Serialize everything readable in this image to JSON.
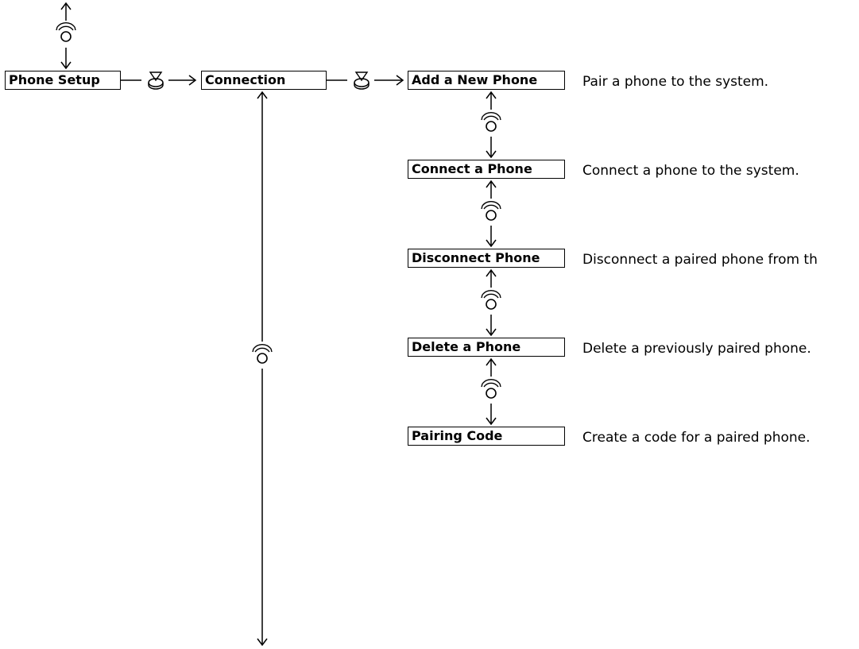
{
  "nodes": {
    "phone_setup": "Phone Setup",
    "connection": "Connection",
    "add_new_phone": "Add a New Phone",
    "connect_phone": "Connect a Phone",
    "disconnect_phone": "Disconnect Phone",
    "delete_phone": "Delete a Phone",
    "pairing_code": "Pairing Code"
  },
  "descriptions": {
    "add_new_phone": "Pair a phone to the system.",
    "connect_phone": "Connect a phone to the system.",
    "disconnect_phone": "Disconnect a paired phone from th",
    "delete_phone": "Delete a previously paired phone.",
    "pairing_code": "Create a code for a paired phone."
  },
  "icons": {
    "rotate": "interface-dial-rotate-icon",
    "press": "interface-dial-press-icon"
  }
}
